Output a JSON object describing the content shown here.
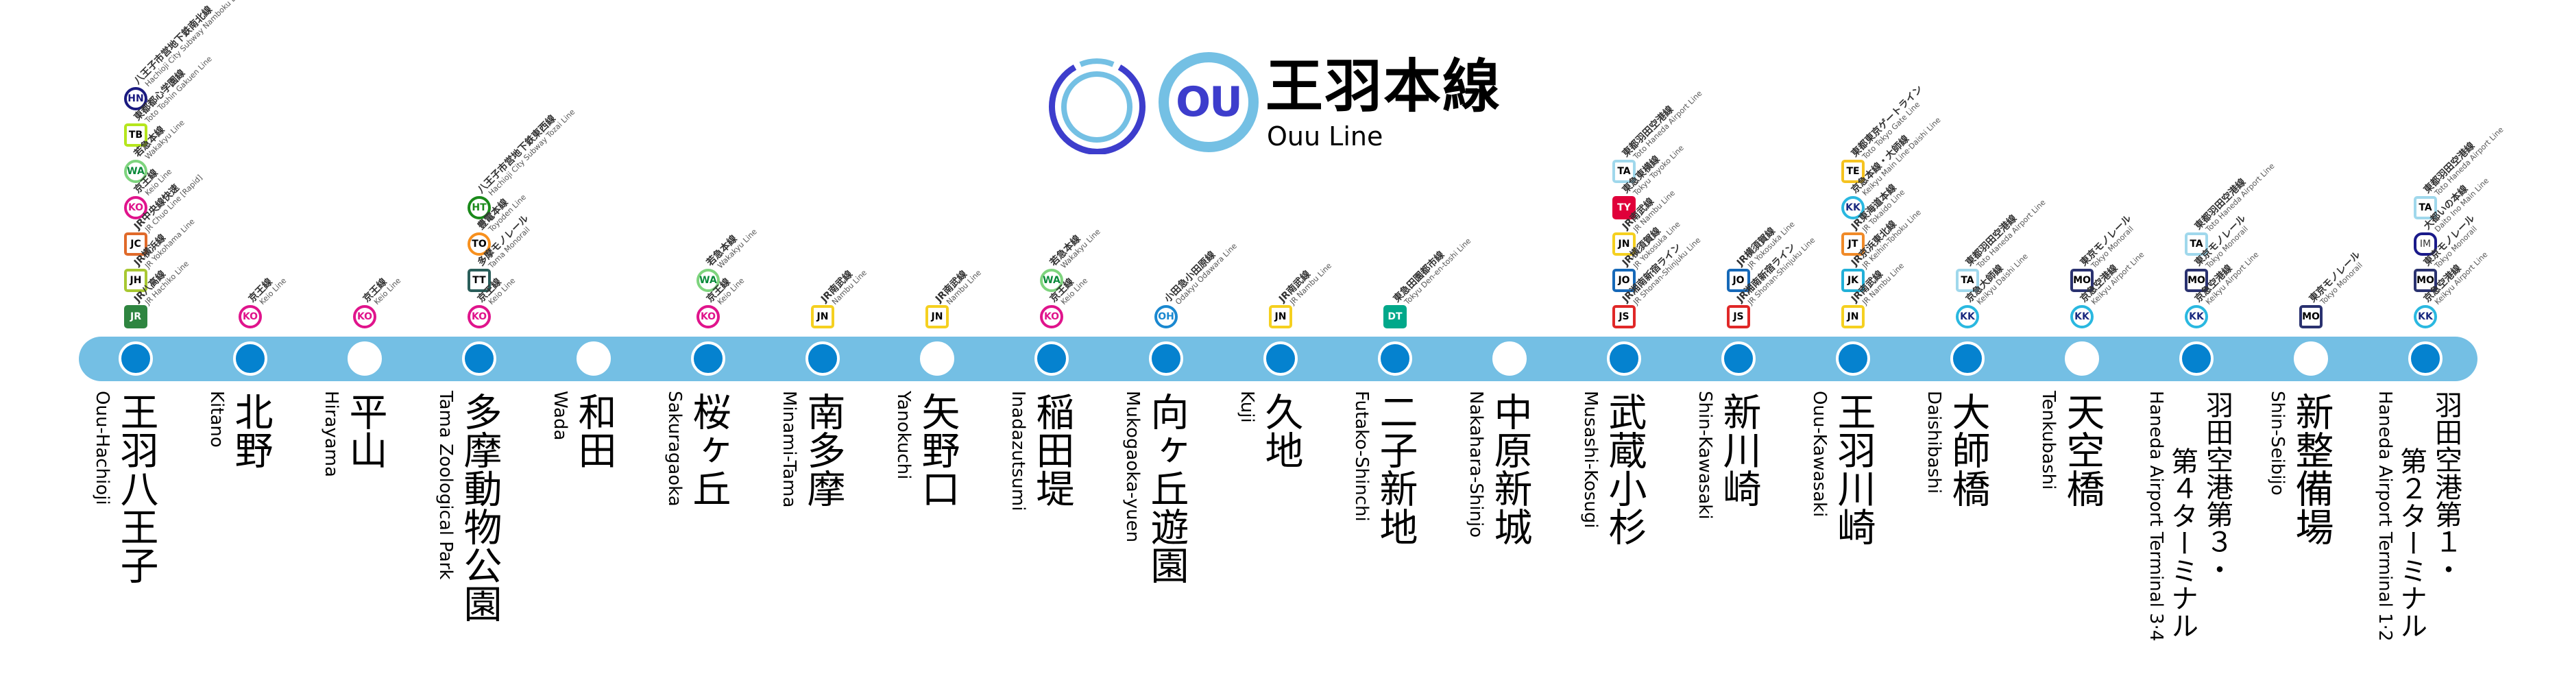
{
  "header": {
    "badge": "OU",
    "title_ja": "王羽本線",
    "title_en": "Ouu Line",
    "colors": {
      "dark": "#3d3dcc",
      "light": "#74c0e4"
    }
  },
  "line_color": "#74bfe4",
  "major_dot_color": "#0582cf",
  "stations": [
    {
      "name_ja": [
        "王羽八王子"
      ],
      "name_en": "Ouu-Hachioji",
      "major": true,
      "transfers": [
        {
          "code": "HN",
          "shape": "circle",
          "border": "#1a1a80",
          "text": "#1a1a80",
          "fill": "#fff",
          "ja": "八王子市営地下鉄南北線",
          "en": "Hachioji City Subway Namboku Line"
        },
        {
          "code": "TB",
          "shape": "square",
          "border": "#b5e61d",
          "text": "#000",
          "fill": "#fff",
          "ja": "東都都心学園線",
          "en": "Toto Toshin Gakuen Line"
        },
        {
          "code": "WA",
          "shape": "circle",
          "border": "#7ed47e",
          "text": "#0a8a3a",
          "fill": "#fff",
          "ja": "若急本線",
          "en": "Wakakyu Line"
        },
        {
          "code": "KO",
          "shape": "circle",
          "border": "#e0148c",
          "text": "#e0148c",
          "fill": "#fff",
          "ja": "京王線",
          "en": "Keio Line"
        },
        {
          "code": "JC",
          "shape": "square",
          "border": "#e06a2a",
          "text": "#000",
          "fill": "#fff",
          "ja": "JR中央線快速",
          "en": "JR Chuo Line [Rapid]"
        },
        {
          "code": "JH",
          "shape": "square",
          "border": "#a8c832",
          "text": "#000",
          "fill": "#fff",
          "ja": "JR横浜線",
          "en": "JR Yokohama Line"
        },
        {
          "code": "JR",
          "shape": "square",
          "border": "#2e8540",
          "text": "#fff",
          "fill": "#2e8540",
          "ja": "JR八高線",
          "en": "JR Hachiko Line"
        }
      ]
    },
    {
      "name_ja": [
        "北野"
      ],
      "name_en": "Kitano",
      "major": true,
      "transfers": [
        {
          "code": "KO",
          "shape": "circle",
          "border": "#e0148c",
          "text": "#e0148c",
          "fill": "#fff",
          "ja": "京王線",
          "en": "Keio Line"
        }
      ]
    },
    {
      "name_ja": [
        "平山"
      ],
      "name_en": "Hirayama",
      "major": false,
      "transfers": [
        {
          "code": "KO",
          "shape": "circle",
          "border": "#e0148c",
          "text": "#e0148c",
          "fill": "#fff",
          "ja": "京王線",
          "en": "Keio Line"
        }
      ]
    },
    {
      "name_ja": [
        "多摩動物公園"
      ],
      "name_en": "Tama Zoological Park",
      "major": true,
      "transfers": [
        {
          "code": "HT",
          "shape": "circle",
          "border": "#1a8a1a",
          "text": "#1a8a1a",
          "fill": "#fff",
          "ja": "八王子市営地下鉄東西線",
          "en": "Hachioji City Subway Tozai Line"
        },
        {
          "code": "TO",
          "shape": "circle",
          "border": "#f7901e",
          "text": "#000",
          "fill": "#fff",
          "ja": "豊電本線",
          "en": "Toyoden Line"
        },
        {
          "code": "TT",
          "shape": "square",
          "border": "#2a5e5a",
          "text": "#000",
          "fill": "#fff",
          "ja": "多摩モノレール",
          "en": "Tama Monorail"
        },
        {
          "code": "KO",
          "shape": "circle",
          "border": "#e0148c",
          "text": "#e0148c",
          "fill": "#fff",
          "ja": "京王線",
          "en": "Keio Line"
        }
      ]
    },
    {
      "name_ja": [
        "和田"
      ],
      "name_en": "Wada",
      "major": false,
      "transfers": []
    },
    {
      "name_ja": [
        "桜ヶ丘"
      ],
      "name_en": "Sakuragaoka",
      "major": true,
      "transfers": [
        {
          "code": "WA",
          "shape": "circle",
          "border": "#7ed47e",
          "text": "#0a8a3a",
          "fill": "#fff",
          "ja": "若急本線",
          "en": "Wakakyu Line"
        },
        {
          "code": "KO",
          "shape": "circle",
          "border": "#e0148c",
          "text": "#e0148c",
          "fill": "#fff",
          "ja": "京王線",
          "en": "Keio Line"
        }
      ]
    },
    {
      "name_ja": [
        "南多摩"
      ],
      "name_en": "Minami-Tama",
      "major": true,
      "transfers": [
        {
          "code": "JN",
          "shape": "square",
          "border": "#f5d020",
          "text": "#000",
          "fill": "#fff",
          "ja": "JR南武線",
          "en": "Nambu Line"
        }
      ]
    },
    {
      "name_ja": [
        "矢野口"
      ],
      "name_en": "Yanokuchi",
      "major": false,
      "transfers": [
        {
          "code": "JN",
          "shape": "square",
          "border": "#f5d020",
          "text": "#000",
          "fill": "#fff",
          "ja": "JR南武線",
          "en": "Nambu Line"
        }
      ]
    },
    {
      "name_ja": [
        "稲田堤"
      ],
      "name_en": "Inadazutsumi",
      "major": true,
      "transfers": [
        {
          "code": "WA",
          "shape": "circle",
          "border": "#7ed47e",
          "text": "#0a8a3a",
          "fill": "#fff",
          "ja": "若急本線",
          "en": "Wakakyu Line"
        },
        {
          "code": "KO",
          "shape": "circle",
          "border": "#e0148c",
          "text": "#e0148c",
          "fill": "#fff",
          "ja": "京王線",
          "en": "Keio Line"
        }
      ]
    },
    {
      "name_ja": [
        "向ヶ丘遊園"
      ],
      "name_en": "Mukogaoka-yuen",
      "major": true,
      "transfers": [
        {
          "code": "OH",
          "shape": "circle",
          "border": "#1a88d0",
          "text": "#1a88d0",
          "fill": "#fff",
          "ja": "小田急小田原線",
          "en": "Odakyu Odawara Line"
        }
      ]
    },
    {
      "name_ja": [
        "久地"
      ],
      "name_en": "Kuji",
      "major": true,
      "transfers": [
        {
          "code": "JN",
          "shape": "square",
          "border": "#f5d020",
          "text": "#000",
          "fill": "#fff",
          "ja": "JR南武線",
          "en": "JR Nambu Line"
        }
      ]
    },
    {
      "name_ja": [
        "二子新地"
      ],
      "name_en": "Futako-Shinchi",
      "major": true,
      "transfers": [
        {
          "code": "DT",
          "shape": "square",
          "border": "#00a88a",
          "text": "#fff",
          "fill": "#00a88a",
          "ja": "東急田園都市線",
          "en": "Tokyu Den-en-toshi Line"
        }
      ]
    },
    {
      "name_ja": [
        "中原新城"
      ],
      "name_en": "Nakahara-Shinjo",
      "major": false,
      "transfers": []
    },
    {
      "name_ja": [
        "武蔵小杉"
      ],
      "name_en": "Musashi-Kosugi",
      "major": true,
      "transfers": [
        {
          "code": "TA",
          "shape": "square",
          "border": "#a0d8ec",
          "text": "#000",
          "fill": "#fff",
          "ja": "東都羽田空港線",
          "en": "Toto Haneda Airport Line"
        },
        {
          "code": "TY",
          "shape": "square",
          "border": "#e0003a",
          "text": "#fff",
          "fill": "#e0003a",
          "ja": "東急東横線",
          "en": "Tokyu Toyoko Line"
        },
        {
          "code": "JN",
          "shape": "square",
          "border": "#f5d020",
          "text": "#000",
          "fill": "#fff",
          "ja": "JR南武線",
          "en": "JR Nambu Line"
        },
        {
          "code": "JO",
          "shape": "square",
          "border": "#1669b8",
          "text": "#000",
          "fill": "#fff",
          "ja": "JR横須賀線",
          "en": "JR Yokosuka Line"
        },
        {
          "code": "JS",
          "shape": "square",
          "border": "#e02828",
          "text": "#000",
          "fill": "#fff",
          "ja": "JR湘南新宿ライン",
          "en": "JR Shonan-Shinjuku Line"
        }
      ]
    },
    {
      "name_ja": [
        "新川崎"
      ],
      "name_en": "Shin-Kawasaki",
      "major": true,
      "transfers": [
        {
          "code": "JO",
          "shape": "square",
          "border": "#1669b8",
          "text": "#000",
          "fill": "#fff",
          "ja": "JR横須賀線",
          "en": "JR Yokosuka Line"
        },
        {
          "code": "JS",
          "shape": "square",
          "border": "#e02828",
          "text": "#000",
          "fill": "#fff",
          "ja": "JR湘南新宿ライン",
          "en": "JR Shonan-Shinjuku Line"
        }
      ]
    },
    {
      "name_ja": [
        "王羽川崎"
      ],
      "name_en": "Ouu-Kawasaki",
      "major": true,
      "transfers": [
        {
          "code": "TE",
          "shape": "square",
          "border": "#f5c320",
          "text": "#000",
          "fill": "#fff",
          "ja": "東都東京ゲートライン",
          "en": "Toto Tokyo Gate Line"
        },
        {
          "code": "KK",
          "shape": "circle",
          "border": "#2ab8e0",
          "text": "#1a2a80",
          "fill": "#fff",
          "ja": "京急本線・大師線",
          "en": "Keikyu Main Line·Daishi Line"
        },
        {
          "code": "JT",
          "shape": "square",
          "border": "#f08a28",
          "text": "#000",
          "fill": "#fff",
          "ja": "JR東海道本線",
          "en": "JR Tokaido Line"
        },
        {
          "code": "JK",
          "shape": "square",
          "border": "#22b0d8",
          "text": "#000",
          "fill": "#fff",
          "ja": "JR京浜東北線",
          "en": "JR Keihin-Tohoku Line"
        },
        {
          "code": "JN",
          "shape": "square",
          "border": "#f5d020",
          "text": "#000",
          "fill": "#fff",
          "ja": "JR南武線",
          "en": "JR Nambu Line"
        }
      ]
    },
    {
      "name_ja": [
        "大師橋"
      ],
      "name_en": "Daishibashi",
      "major": true,
      "transfers": [
        {
          "code": "TA",
          "shape": "square",
          "border": "#a0d8ec",
          "text": "#000",
          "fill": "#fff",
          "ja": "東都羽田空港線",
          "en": "Toto Haneda Airport Line"
        },
        {
          "code": "KK",
          "shape": "circle",
          "border": "#2ab8e0",
          "text": "#1a2a80",
          "fill": "#fff",
          "ja": "京急大師線",
          "en": "Keikyu Daishi Line"
        }
      ]
    },
    {
      "name_ja": [
        "天空橋"
      ],
      "name_en": "Tenkubashi",
      "major": false,
      "transfers": [
        {
          "code": "MO",
          "shape": "square",
          "border": "#2a3270",
          "text": "#000",
          "fill": "#fff",
          "ja": "東京モノレール",
          "en": "Tokyo Monorail"
        },
        {
          "code": "KK",
          "shape": "circle",
          "border": "#2ab8e0",
          "text": "#1a2a80",
          "fill": "#fff",
          "ja": "京急空港線",
          "en": "Keikyu Airport Line"
        }
      ]
    },
    {
      "name_ja": [
        "羽田空港第３・",
        "第４ターミナル"
      ],
      "name_en": "Haneda Airport Terminal 3·4",
      "major": true,
      "transfers": [
        {
          "code": "TA",
          "shape": "square",
          "border": "#a0d8ec",
          "text": "#000",
          "fill": "#fff",
          "ja": "東都羽田空港線",
          "en": "Toto Haneda Airport Line"
        },
        {
          "code": "MO",
          "shape": "square",
          "border": "#2a3270",
          "text": "#000",
          "fill": "#fff",
          "ja": "東京モノレール",
          "en": "Tokyo Monorail"
        },
        {
          "code": "KK",
          "shape": "circle",
          "border": "#2ab8e0",
          "text": "#1a2a80",
          "fill": "#fff",
          "ja": "京急空港線",
          "en": "Keikyu Airport Line"
        }
      ]
    },
    {
      "name_ja": [
        "新整備場"
      ],
      "name_en": "Shin-Seibijo",
      "major": false,
      "transfers": [
        {
          "code": "MO",
          "shape": "square",
          "border": "#2a3270",
          "text": "#000",
          "fill": "#fff",
          "ja": "東京モノレール",
          "en": "Tokyo Monorail"
        }
      ]
    },
    {
      "name_ja": [
        "羽田空港第１・",
        "第２ターミナル"
      ],
      "name_en": "Haneda Airport Terminal 1·2",
      "major": true,
      "transfers": [
        {
          "code": "TA",
          "shape": "square",
          "border": "#a0d8ec",
          "text": "#000",
          "fill": "#fff",
          "ja": "東都羽田空港線",
          "en": "Toto Haneda Airport Line"
        },
        {
          "code": "IM",
          "shape": "square",
          "border": "#1a1a8a",
          "text": "#333",
          "fill": "#fff",
          "ja": "大都いの本線",
          "en": "Daito Ino Main Line"
        },
        {
          "code": "MO",
          "shape": "square",
          "border": "#2a3270",
          "text": "#000",
          "fill": "#fff",
          "ja": "東京モノレール",
          "en": "Tokyo Monorail"
        },
        {
          "code": "KK",
          "shape": "circle",
          "border": "#2ab8e0",
          "text": "#1a2a80",
          "fill": "#fff",
          "ja": "京急空港線",
          "en": "Keikyu Airport Line"
        }
      ]
    }
  ]
}
